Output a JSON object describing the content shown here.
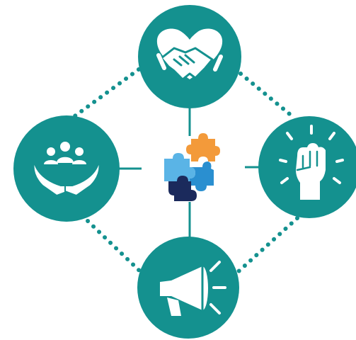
{
  "diagram": {
    "colors": {
      "teal": "#14918f",
      "white": "#ffffff",
      "puzzle_orange": "#f39a3a",
      "puzzle_light_blue": "#5ab4e6",
      "puzzle_mid_blue": "#2a8fd0",
      "puzzle_navy": "#1b2a5c"
    },
    "hub": {
      "icon": "puzzle-pieces-icon"
    },
    "nodes": [
      {
        "id": "top",
        "icon": "heart-handshake-icon"
      },
      {
        "id": "left",
        "icon": "community-hands-icon"
      },
      {
        "id": "right",
        "icon": "raised-fist-icon"
      },
      {
        "id": "bottom",
        "icon": "megaphone-icon"
      }
    ],
    "connectors": {
      "spokes": "solid",
      "outer_ring": "dotted"
    }
  }
}
